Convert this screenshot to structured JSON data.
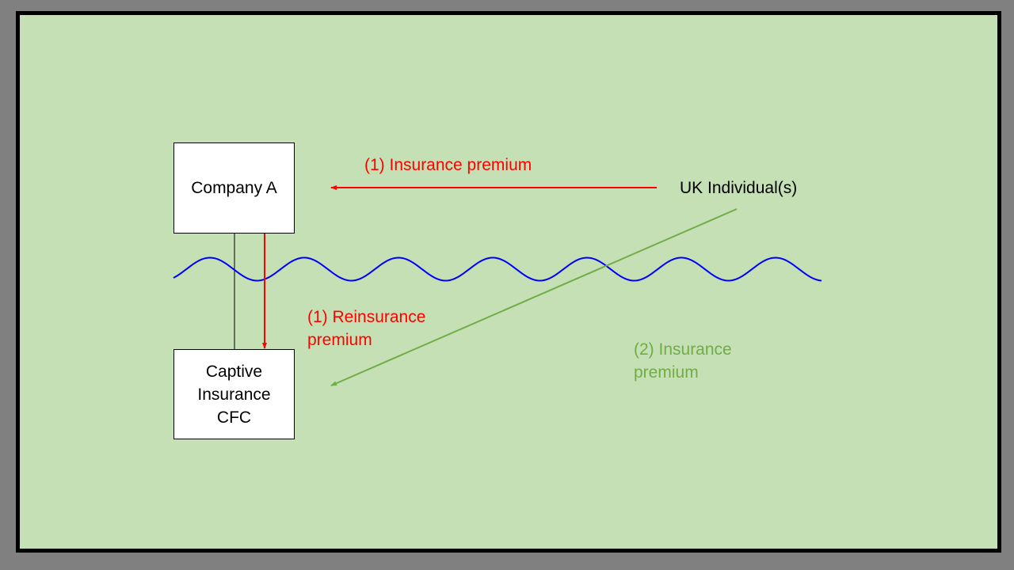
{
  "diagram": {
    "entities": {
      "company_a": "Company A",
      "captive": "Captive\nInsurance\nCFC",
      "uk_individuals": "UK Individual(s)"
    },
    "flows": {
      "insurance_premium_1": "(1) Insurance premium",
      "reinsurance_premium_1": "(1) Reinsurance\npremium",
      "insurance_premium_2": "(2) Insurance\npremium"
    },
    "colors": {
      "background": "#c5e0b4",
      "frame": "#000000",
      "outer": "#808080",
      "flow1": "#ff0000",
      "flow2": "#70ad47",
      "border_line": "#0000ff"
    }
  }
}
